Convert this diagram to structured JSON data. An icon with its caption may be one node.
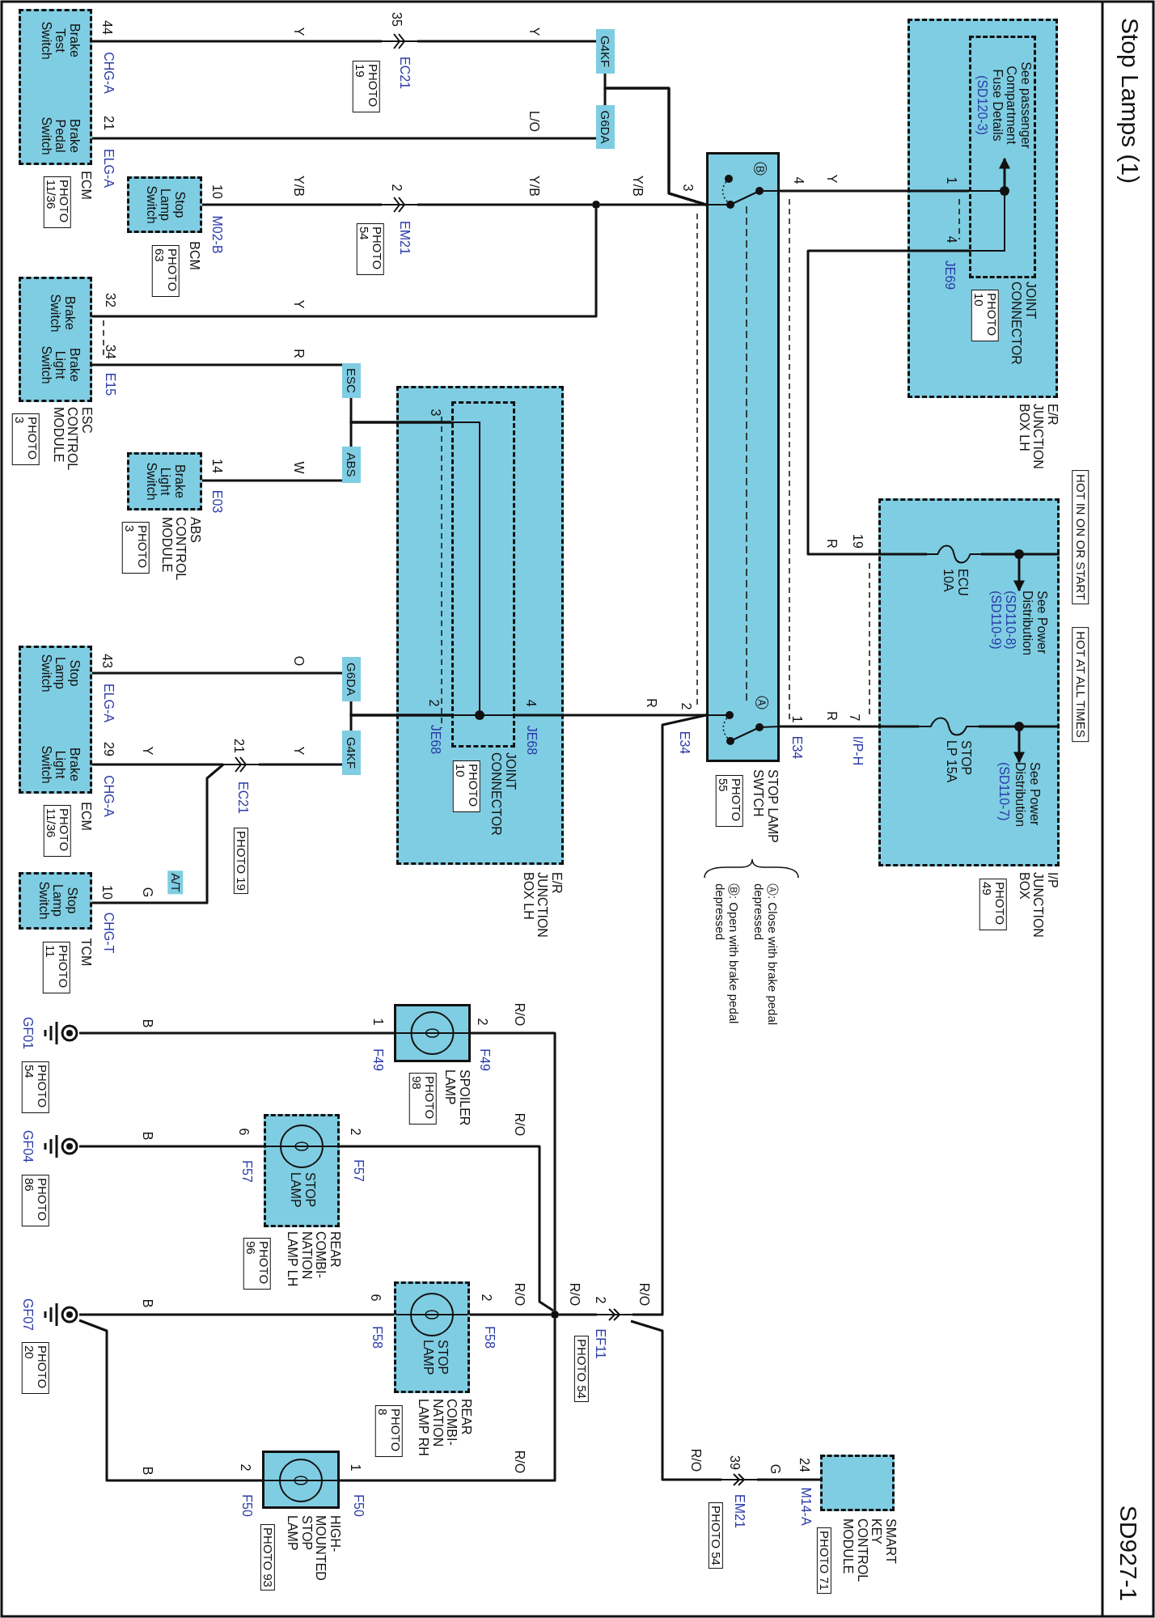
{
  "diagram": {
    "title": "Stop Lamps (1)",
    "nodes": [
      {
        "text": [
          "Brake Test Switch",
          "Brake Pedal Switch"
        ],
        "beside": [
          "ECM",
          "PHOTO 11/36"
        ]
      },
      {
        "text": [],
        "shape": "connector",
        "beside": [
          "35",
          "EC21",
          "PHOTO 19"
        ]
      },
      {
        "text": [
          "G4KF"
        ]
      },
      {
        "text": [
          "G6DA"
        ]
      },
      {
        "text": [
          "Stop Lamp Switch"
        ],
        "beside": [
          "BCM",
          "PHOTO 63"
        ]
      },
      {
        "text": [],
        "shape": "connector",
        "beside": [
          "2",
          "EM21",
          "PHOTO 54"
        ]
      },
      {
        "text": [],
        "shape": "circle"
      },
      {
        "text": [
          "Brake Switch",
          "Brake Light Switch"
        ],
        "beside": [
          "ESC CONTROL MODULE",
          "PHOTO 3"
        ]
      },
      {
        "text": [
          "ESC"
        ]
      },
      {
        "text": [
          "ABS"
        ]
      },
      {
        "text": [
          "Brake Light Switch"
        ],
        "beside": [
          "ABS CONTROL MODULE",
          "PHOTO 3"
        ]
      },
      {
        "text": [
          "Stop Lamp Switch",
          "Brake Light Switch"
        ],
        "beside": [
          "ECM",
          "PHOTO 11/36"
        ]
      },
      {
        "text": [
          "G6DA"
        ]
      },
      {
        "text": [
          "G4KF"
        ]
      },
      {
        "text": [],
        "shape": "connector",
        "beside": [
          "21",
          "EC21",
          "PHOTO 19"
        ]
      },
      {
        "text": [
          "Stop Lamp Switch"
        ],
        "beside": [
          "TCM",
          "PHOTO 11"
        ]
      },
      {
        "text": [
          "E/R JUNCTION BOX LH"
        ]
      },
      {
        "text": [
          "JOINT CONNECTOR"
        ],
        "beside": [
          "PHOTO 10"
        ],
        "in": 16
      },
      {
        "text": [
          "STOP LAMP SWTCH"
        ],
        "beside": [
          "PHOTO 55"
        ]
      },
      {
        "text": [
          "E/R JUNCTION BOX LH"
        ]
      },
      {
        "text": [
          "JOINT CONNECTOR"
        ],
        "beside": [
          "PHOTO 10"
        ],
        "in": 19
      },
      {
        "text": [
          "See passenger Compartment Fuse Details",
          "(SD120-3)"
        ],
        "in": 20
      },
      {
        "text": [
          "I/P JUNCTION BOX"
        ],
        "beside": [
          "PHOTO 49"
        ]
      },
      {
        "text": [
          "ECU 10A"
        ],
        "in": 22
      },
      {
        "text": [
          "See Power Distribution",
          "(SD110-8) (SD110-9)"
        ],
        "in": 22
      },
      {
        "text": [
          "STOP LP 15A"
        ],
        "in": 22
      },
      {
        "text": [
          "See Power Distribution",
          "(SD110-7)"
        ],
        "in": 22
      },
      {
        "text": [],
        "shape": "connector",
        "beside": [
          "2",
          "EF11",
          "PHOTO 54"
        ]
      },
      {
        "text": [],
        "shape": "circle"
      },
      {
        "text": [
          "SPOILER LAMP"
        ],
        "beside": [
          "PHOTO 98"
        ]
      },
      {
        "text": [],
        "shape": "ground",
        "beside": [
          "GF01",
          "PHOTO 54"
        ]
      },
      {
        "text": [
          "STOP LAMP",
          "REAR COMBI- NATION LAMP LH"
        ],
        "beside": [
          "PHOTO 96"
        ]
      },
      {
        "text": [],
        "shape": "ground",
        "beside": [
          "GF04",
          "PHOTO 86"
        ]
      },
      {
        "text": [
          "STOP LAMP",
          "REAR COMBI- NATION LAMP RH"
        ],
        "beside": [
          "PHOTO 8"
        ]
      },
      {
        "text": [],
        "shape": "ground",
        "beside": [
          "GF07",
          "PHOTO 20"
        ]
      },
      {
        "text": [
          "HIGH- MOUNTED STOP LAMP"
        ],
        "beside": [
          "PHOTO 93"
        ]
      },
      {
        "text": [],
        "shape": "connector",
        "beside": [
          "39",
          "EM21",
          "PHOTO 54"
        ]
      },
      {
        "text": [
          "SMART KEY CONTROL MODULE"
        ],
        "beside": [
          "PHOTO 71"
        ]
      }
    ],
    "edges": [
      {
        "from": 0,
        "to": 1,
        "arrow": "none",
        "label": "Y"
      },
      {
        "from": 1,
        "to": 2,
        "arrow": "none",
        "label": "Y"
      },
      {
        "from": 0,
        "to": 3,
        "arrow": "none",
        "label": "L/O"
      },
      {
        "from": 2,
        "to": 18,
        "arrow": "none"
      },
      {
        "from": 3,
        "to": 18,
        "arrow": "none"
      },
      {
        "from": 4,
        "to": 5,
        "arrow": "none",
        "label": "Y/B"
      },
      {
        "from": 5,
        "to": 6,
        "arrow": "none",
        "label": "Y/B"
      },
      {
        "from": 6,
        "to": 18,
        "arrow": "none",
        "label": "Y/B"
      },
      {
        "from": 6,
        "to": 7,
        "arrow": "none",
        "label": "Y"
      },
      {
        "from": 7,
        "to": 8,
        "arrow": "none",
        "label": "R"
      },
      {
        "from": 8,
        "to": 17,
        "arrow": "none"
      },
      {
        "from": 10,
        "to": 9,
        "arrow": "none",
        "label": "W"
      },
      {
        "from": 9,
        "to": 17,
        "arrow": "none"
      },
      {
        "from": 11,
        "to": 12,
        "arrow": "none",
        "label": "O"
      },
      {
        "from": 12,
        "to": 17,
        "arrow": "none"
      },
      {
        "from": 11,
        "to": 14,
        "arrow": "none",
        "label": "Y"
      },
      {
        "from": 14,
        "to": 13,
        "arrow": "none",
        "label": "Y"
      },
      {
        "from": 13,
        "to": 17,
        "arrow": "none"
      },
      {
        "from": 15,
        "to": 14,
        "arrow": "none",
        "label": "G"
      },
      {
        "from": 17,
        "to": 18,
        "arrow": "none",
        "label": "R"
      },
      {
        "from": 18,
        "to": 20,
        "arrow": "none",
        "label": "Y"
      },
      {
        "from": 20,
        "to": 23,
        "arrow": "none",
        "label": "R"
      },
      {
        "from": 25,
        "to": 18,
        "arrow": "none",
        "label": "R"
      },
      {
        "from": null,
        "to": 21,
        "arrow": "to"
      },
      {
        "from": null,
        "to": 24,
        "arrow": "to"
      },
      {
        "from": null,
        "to": 26,
        "arrow": "to"
      },
      {
        "from": 18,
        "to": 27,
        "arrow": "none",
        "label": "R/O"
      },
      {
        "from": 27,
        "to": 28,
        "arrow": "none",
        "label": "R/O"
      },
      {
        "from": 27,
        "to": 36,
        "arrow": "none",
        "label": "R/O"
      },
      {
        "from": 36,
        "to": 37,
        "arrow": "none",
        "label": "G"
      },
      {
        "from": 28,
        "to": 29,
        "arrow": "none",
        "label": "R/O"
      },
      {
        "from": 28,
        "to": 31,
        "arrow": "none",
        "label": "R/O"
      },
      {
        "from": 28,
        "to": 33,
        "arrow": "none",
        "label": "R/O"
      },
      {
        "from": 28,
        "to": 35,
        "arrow": "none",
        "label": "R/O"
      },
      {
        "from": 29,
        "to": 30,
        "arrow": "none",
        "label": "B"
      },
      {
        "from": 31,
        "to": 32,
        "arrow": "none",
        "label": "B"
      },
      {
        "from": 33,
        "to": 34,
        "arrow": "none",
        "label": "B"
      },
      {
        "from": 35,
        "to": 34,
        "arrow": "none",
        "label": "B"
      }
    ],
    "labels": [
      "SD927-1",
      "HOT IN ON OR START",
      "HOT AT ALL TIMES",
      "44",
      "CHG-A",
      "21",
      "ELG-A",
      "10",
      "M02-B",
      "32",
      "34",
      "E15",
      "14",
      "E03",
      "43",
      "ELG-A",
      "29",
      "CHG-A",
      "10",
      "CHG-T",
      "A/T",
      "3",
      "2",
      "JE68",
      "4",
      "JE68",
      "3",
      "4",
      "2",
      "E34",
      "1",
      "E34",
      "Ⓑ",
      "Ⓐ",
      "1",
      "4",
      "JE69",
      "19",
      "7",
      "I/P-H",
      "Ⓐ: Close with brake pedal depressed",
      "Ⓑ: Open with brake pedal depressed",
      "2",
      "F49",
      "1",
      "F49",
      "2",
      "F57",
      "6",
      "F57",
      "2",
      "F58",
      "6",
      "F58",
      "1",
      "F50",
      "2",
      "F50",
      "24",
      "M14-A"
    ]
  }
}
